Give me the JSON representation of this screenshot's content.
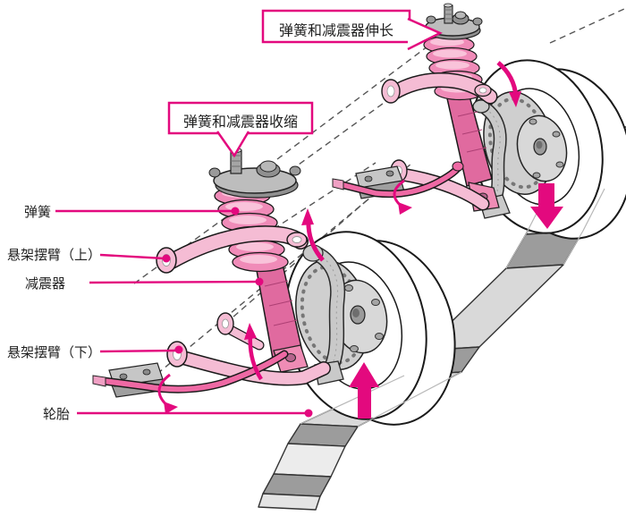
{
  "callouts": {
    "extend": {
      "text": "弹簧和减震器伸长"
    },
    "compress": {
      "text": "弹簧和减震器收缩"
    }
  },
  "labels": {
    "spring": "弹簧",
    "upper_arm": "悬架摆臂（上）",
    "shock_absorber": "减震器",
    "lower_arm": "悬架摆臂（下）",
    "tire": "轮胎"
  },
  "colors": {
    "accent": "#e3097e",
    "part_pink_light": "#f5bcd4",
    "part_pink": "#f08bb8",
    "part_pink_dark": "#e06a9f",
    "rod_pink": "#ee69a4",
    "metal_gray": "#c6c6c6",
    "road_light": "#d9d9d9",
    "road_dark": "#9c9c9c",
    "outline": "#1a1a1a",
    "background": "#ffffff"
  }
}
